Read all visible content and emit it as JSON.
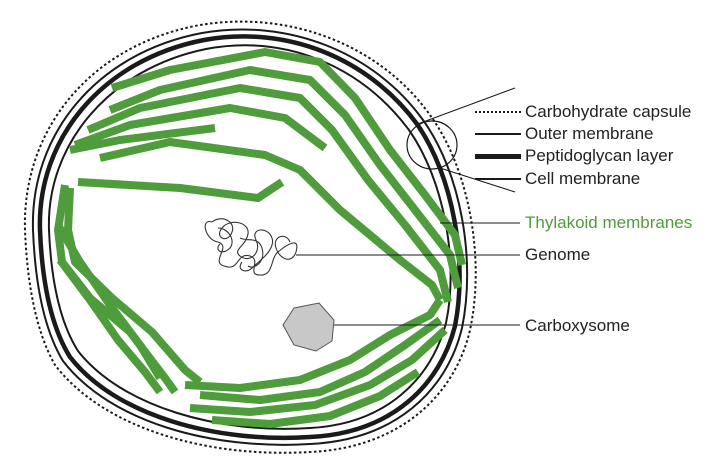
{
  "labels": {
    "capsule": "Carbohydrate capsule",
    "outer_membrane": "Outer membrane",
    "peptidoglycan": "Peptidoglycan layer",
    "cell_membrane": "Cell membrane",
    "thylakoid": "Thylakoid membranes",
    "genome": "Genome",
    "carboxysome": "Carboxysome"
  },
  "colors": {
    "thylakoid": "#4f9c3c",
    "membrane": "#1a1a1a",
    "carboxysome_fill": "#c8c8c8",
    "text": "#222222"
  }
}
